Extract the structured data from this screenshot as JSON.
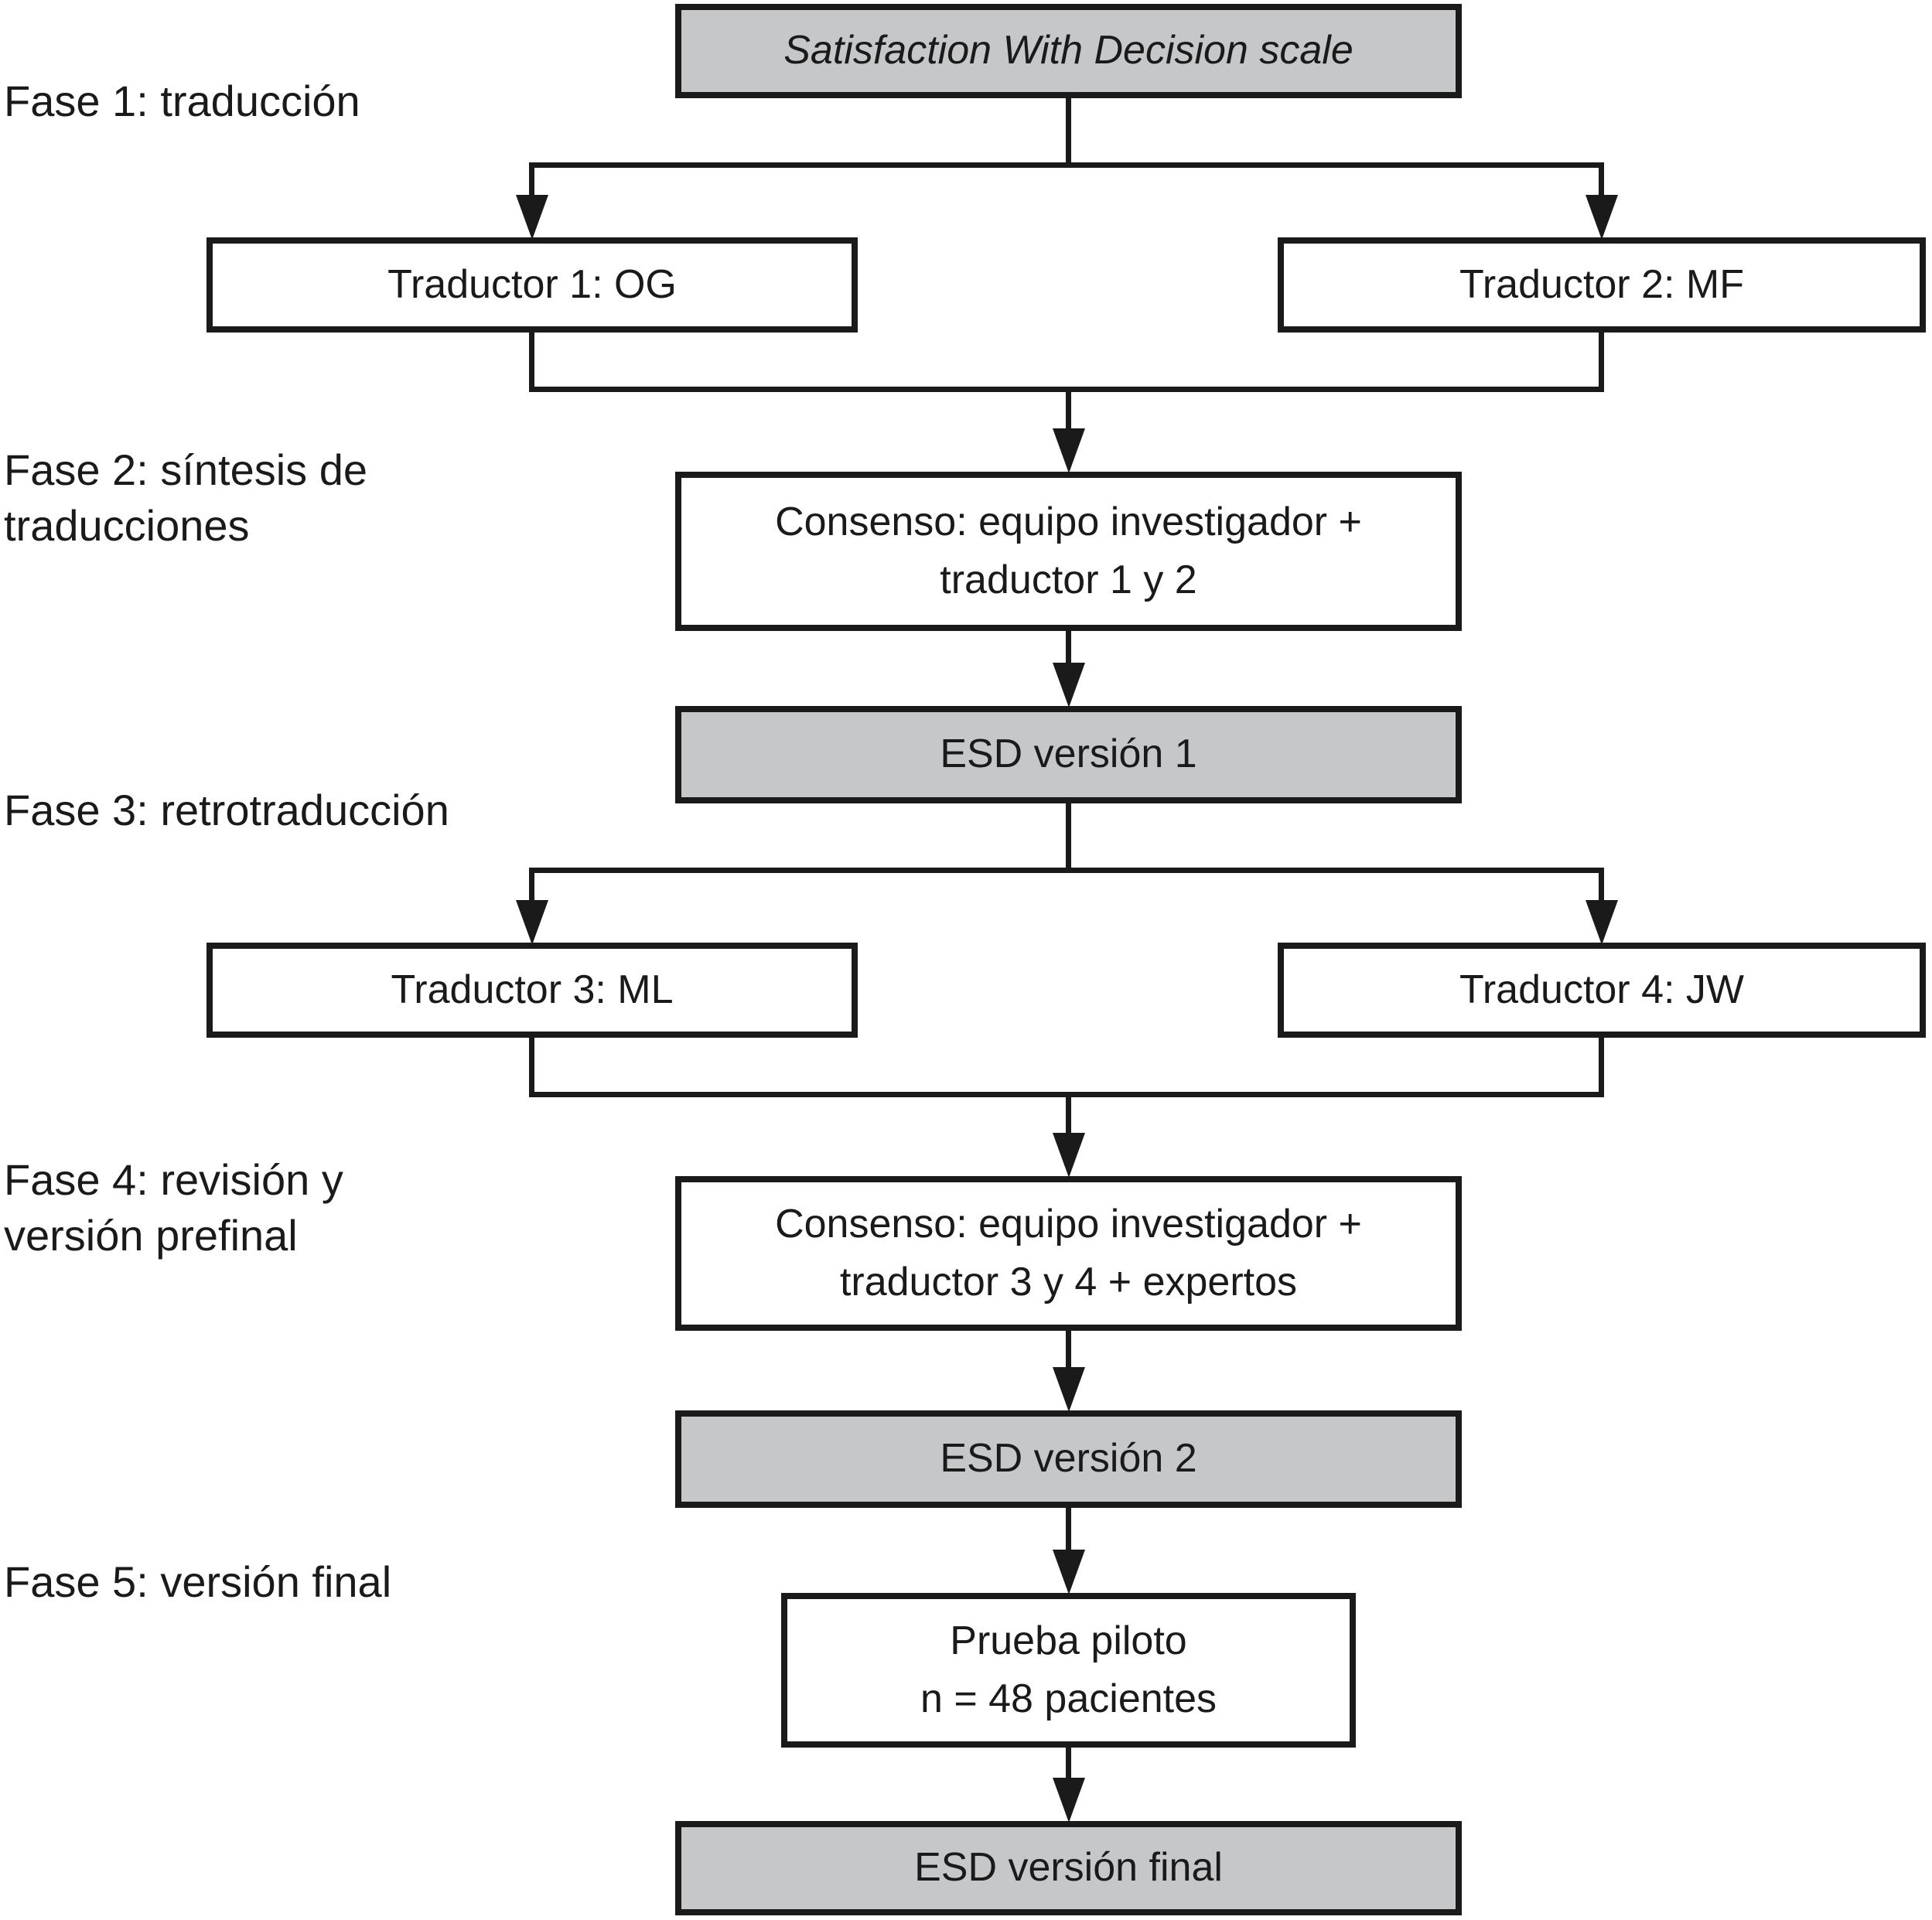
{
  "figure": {
    "phases": [
      {
        "label": "Fase 1: traducción"
      },
      {
        "label": "Fase 2: síntesis de\ntraducciones"
      },
      {
        "label": "Fase 3: retrotraducción"
      },
      {
        "label": "Fase 4: revisión y\nversión prefinal"
      },
      {
        "label": "Fase 5: versión final"
      }
    ],
    "nodes": {
      "swd_scale": "Satisfaction With Decision scale",
      "traductor1": "Traductor 1: OG",
      "traductor2": "Traductor 2: MF",
      "consenso1": "Consenso: equipo investigador +\ntraductor 1 y 2",
      "esd_v1": "ESD versión 1",
      "traductor3": "Traductor 3: ML",
      "traductor4": "Traductor 4: JW",
      "consenso2": "Consenso: equipo investigador +\ntraductor 3 y 4 + expertos",
      "esd_v2": "ESD versión 2",
      "prueba_piloto": "Prueba piloto\nn = 48 pacientes",
      "esd_final": "ESD versión final"
    },
    "colors": {
      "node_fill_gray": "#c6c7c9",
      "node_fill_white": "#ffffff",
      "line": "#1a1a1a"
    }
  }
}
